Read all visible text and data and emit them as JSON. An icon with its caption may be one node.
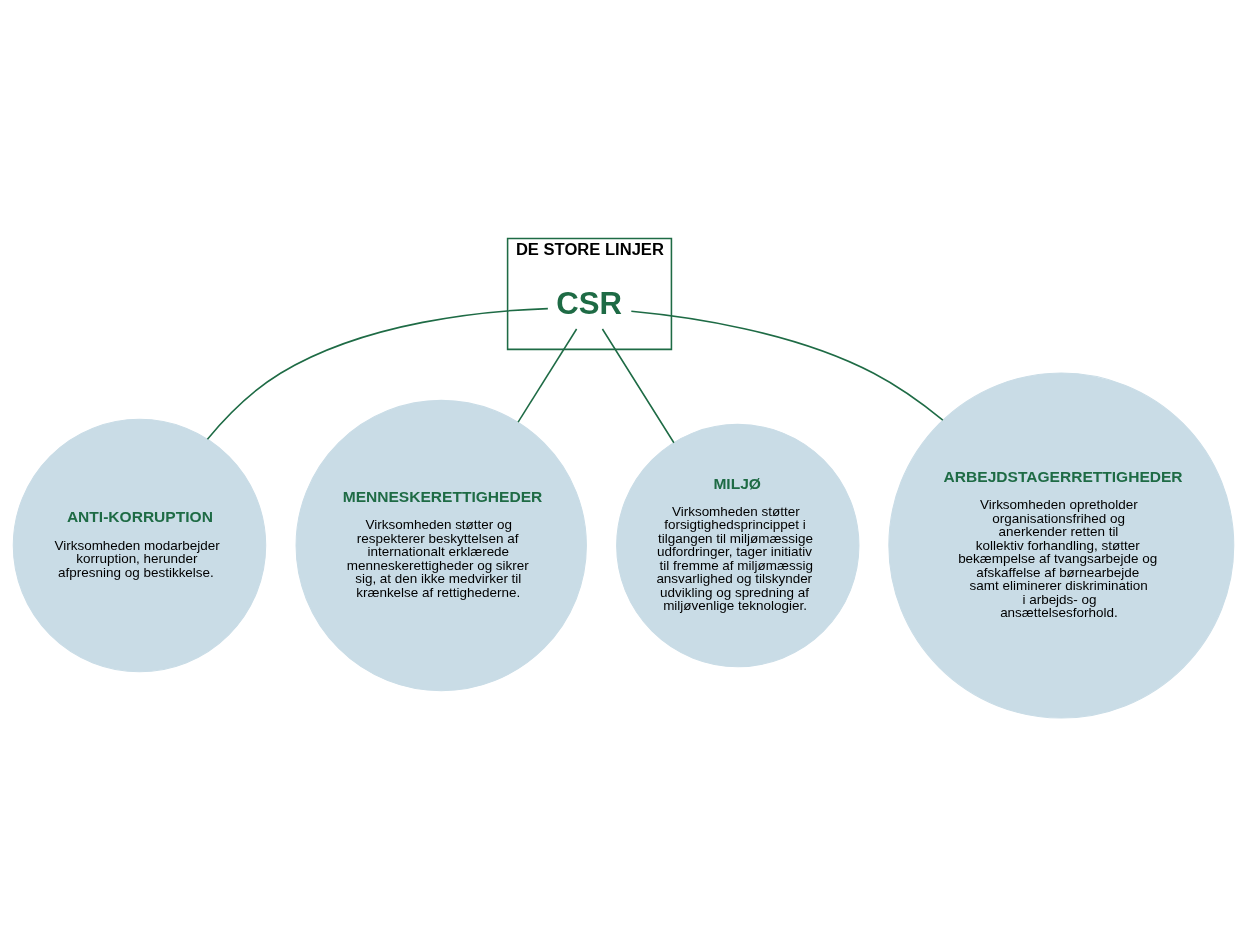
{
  "diagram": {
    "nodes": [
      {
        "text": [
          "DE STORE LINJER"
        ]
      },
      {
        "text": [
          "CSR"
        ],
        "in": 0
      },
      {
        "text": [
          "ANTI-KORRUPTION",
          "Virksomheden modarbejder korruption, herunder afpresning og bestikkelse."
        ]
      },
      {
        "text": [
          "MENNESKERETTIGHEDER",
          "Virksomheden støtter og respekterer beskyttelsen af internationalt erklærede menneskerettigheder og sikrer sig, at den ikke medvirker til krænkelse af rettighederne."
        ]
      },
      {
        "text": [
          "MILJØ",
          "Virksomheden støtter forsigtighedsprincippet i tilgangen til miljømæssige udfordringer, tager initiativ til fremme af miljømæssig ansvarlighed og tilskynder udvikling og spredning af miljøvenlige teknologier."
        ]
      },
      {
        "text": [
          "ARBEJDSTAGERRETTIGHEDER",
          "Virksomheden opretholder organisationsfrihed og anerkender retten til kollektiv forhandling, støtter bekæmpelse af tvangsarbejde og afskaffelse af børnearbejde samt eliminerer diskrimination i arbejds- og ansættelsesforhold."
        ]
      }
    ],
    "edges": [
      {
        "from": 1,
        "to": 2,
        "arrow": "none"
      },
      {
        "from": 1,
        "to": 3,
        "arrow": "none"
      },
      {
        "from": 1,
        "to": 4,
        "arrow": "none"
      },
      {
        "from": 1,
        "to": 5,
        "arrow": "none"
      }
    ]
  }
}
